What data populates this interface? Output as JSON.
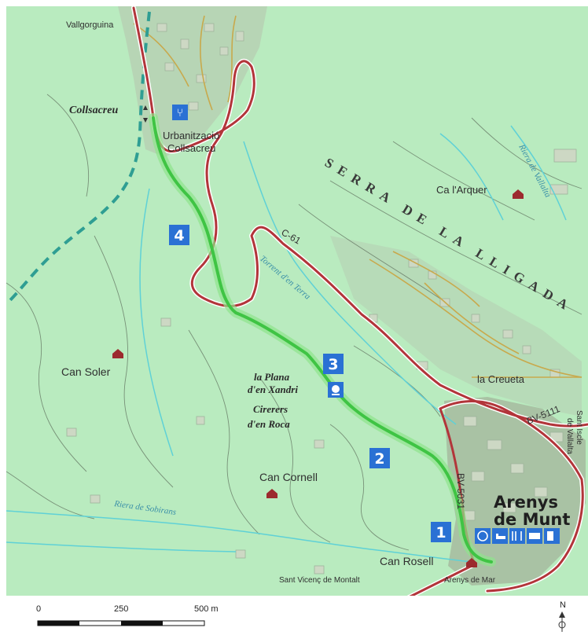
{
  "map": {
    "colors": {
      "land": "#b9ebbf",
      "urban": "#b7cdb2",
      "building": "#c9d6c0",
      "road": "#b2353a",
      "road_outline": "#ffffff",
      "route": "#3fc444",
      "route_glow": "#8ee48c",
      "stream": "#5fd1d6",
      "dashed_path": "#2f9e93",
      "minor_road": "#c8a94c",
      "contour": "#5c6b5a",
      "marker": "#2a71d4",
      "scalebar_bg": "#ffffff"
    },
    "places": {
      "vallgorguina": "Vallgorguina",
      "collsacreu": "Collsacreu",
      "urbanitzacio_1": "Urbanització",
      "urbanitzacio_2": "Collsacreu",
      "ca_larquer": "Ca l'Arquer",
      "can_soler": "Can Soler",
      "plana_1": "la Plana",
      "plana_2": "d'en Xandri",
      "cirerers_1": "Cirerers",
      "cirerers_2": "d'en Roca",
      "can_cornell": "Can Cornell",
      "la_creueta": "la Creueta",
      "arenys_1": "Arenys",
      "arenys_2": "de Munt",
      "can_rosell": "Can Rosell",
      "sant_vicenc": "Sant Vicenç de Montalt",
      "arenys_de_mar": "Arenys de Mar",
      "sant_iscle_1": "Sant Iscle",
      "sant_iscle_2": "de Vallalta"
    },
    "ridge": "SERRA DE LA LLIGADA",
    "waterways": {
      "riera_vallalta": "Riera de Vallalta",
      "torrent_terra": "Torrent d'en Terra",
      "riera_sobirans": "Riera de Sobirans"
    },
    "roads": {
      "c61": "C-61",
      "bv5111": "BV-5111",
      "bv5031": "BV-5031"
    },
    "markers": [
      "1",
      "2",
      "3",
      "4"
    ],
    "scale": {
      "ticks": [
        "0",
        "250",
        "500 m"
      ]
    },
    "north": "N"
  }
}
